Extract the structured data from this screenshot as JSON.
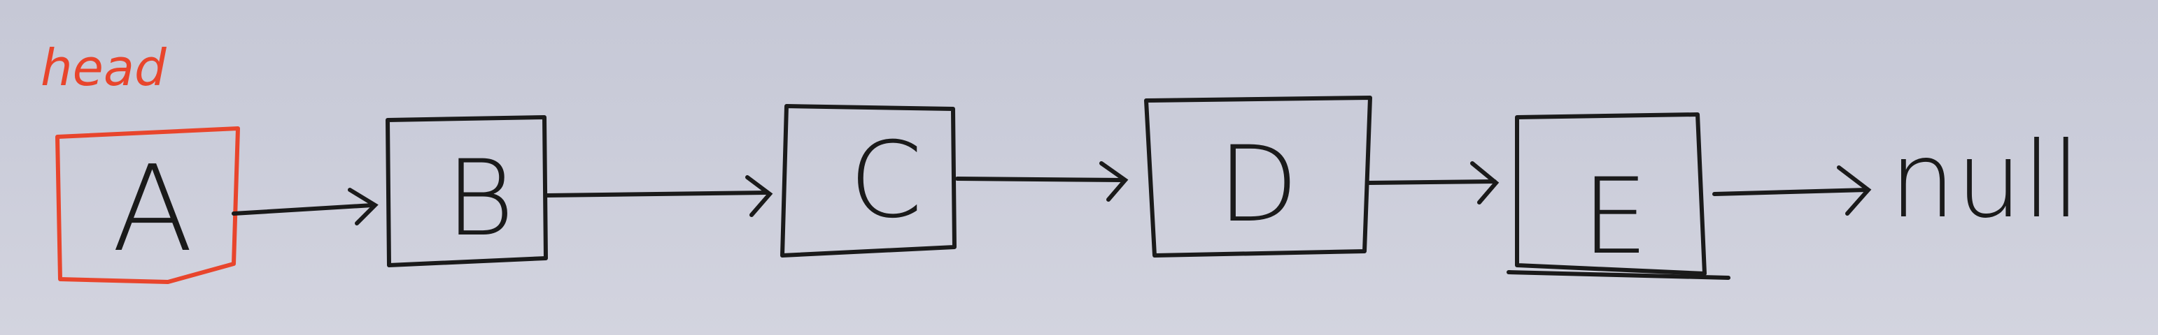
{
  "head_label": "head",
  "nodes": [
    {
      "label": "A"
    },
    {
      "label": "B"
    },
    {
      "label": "C"
    },
    {
      "label": "D"
    },
    {
      "label": "E"
    }
  ],
  "null_label": "null",
  "colors": {
    "ink": "#1a1a1a",
    "marker_red": "#e8452c",
    "board": "#c9cbd8"
  }
}
